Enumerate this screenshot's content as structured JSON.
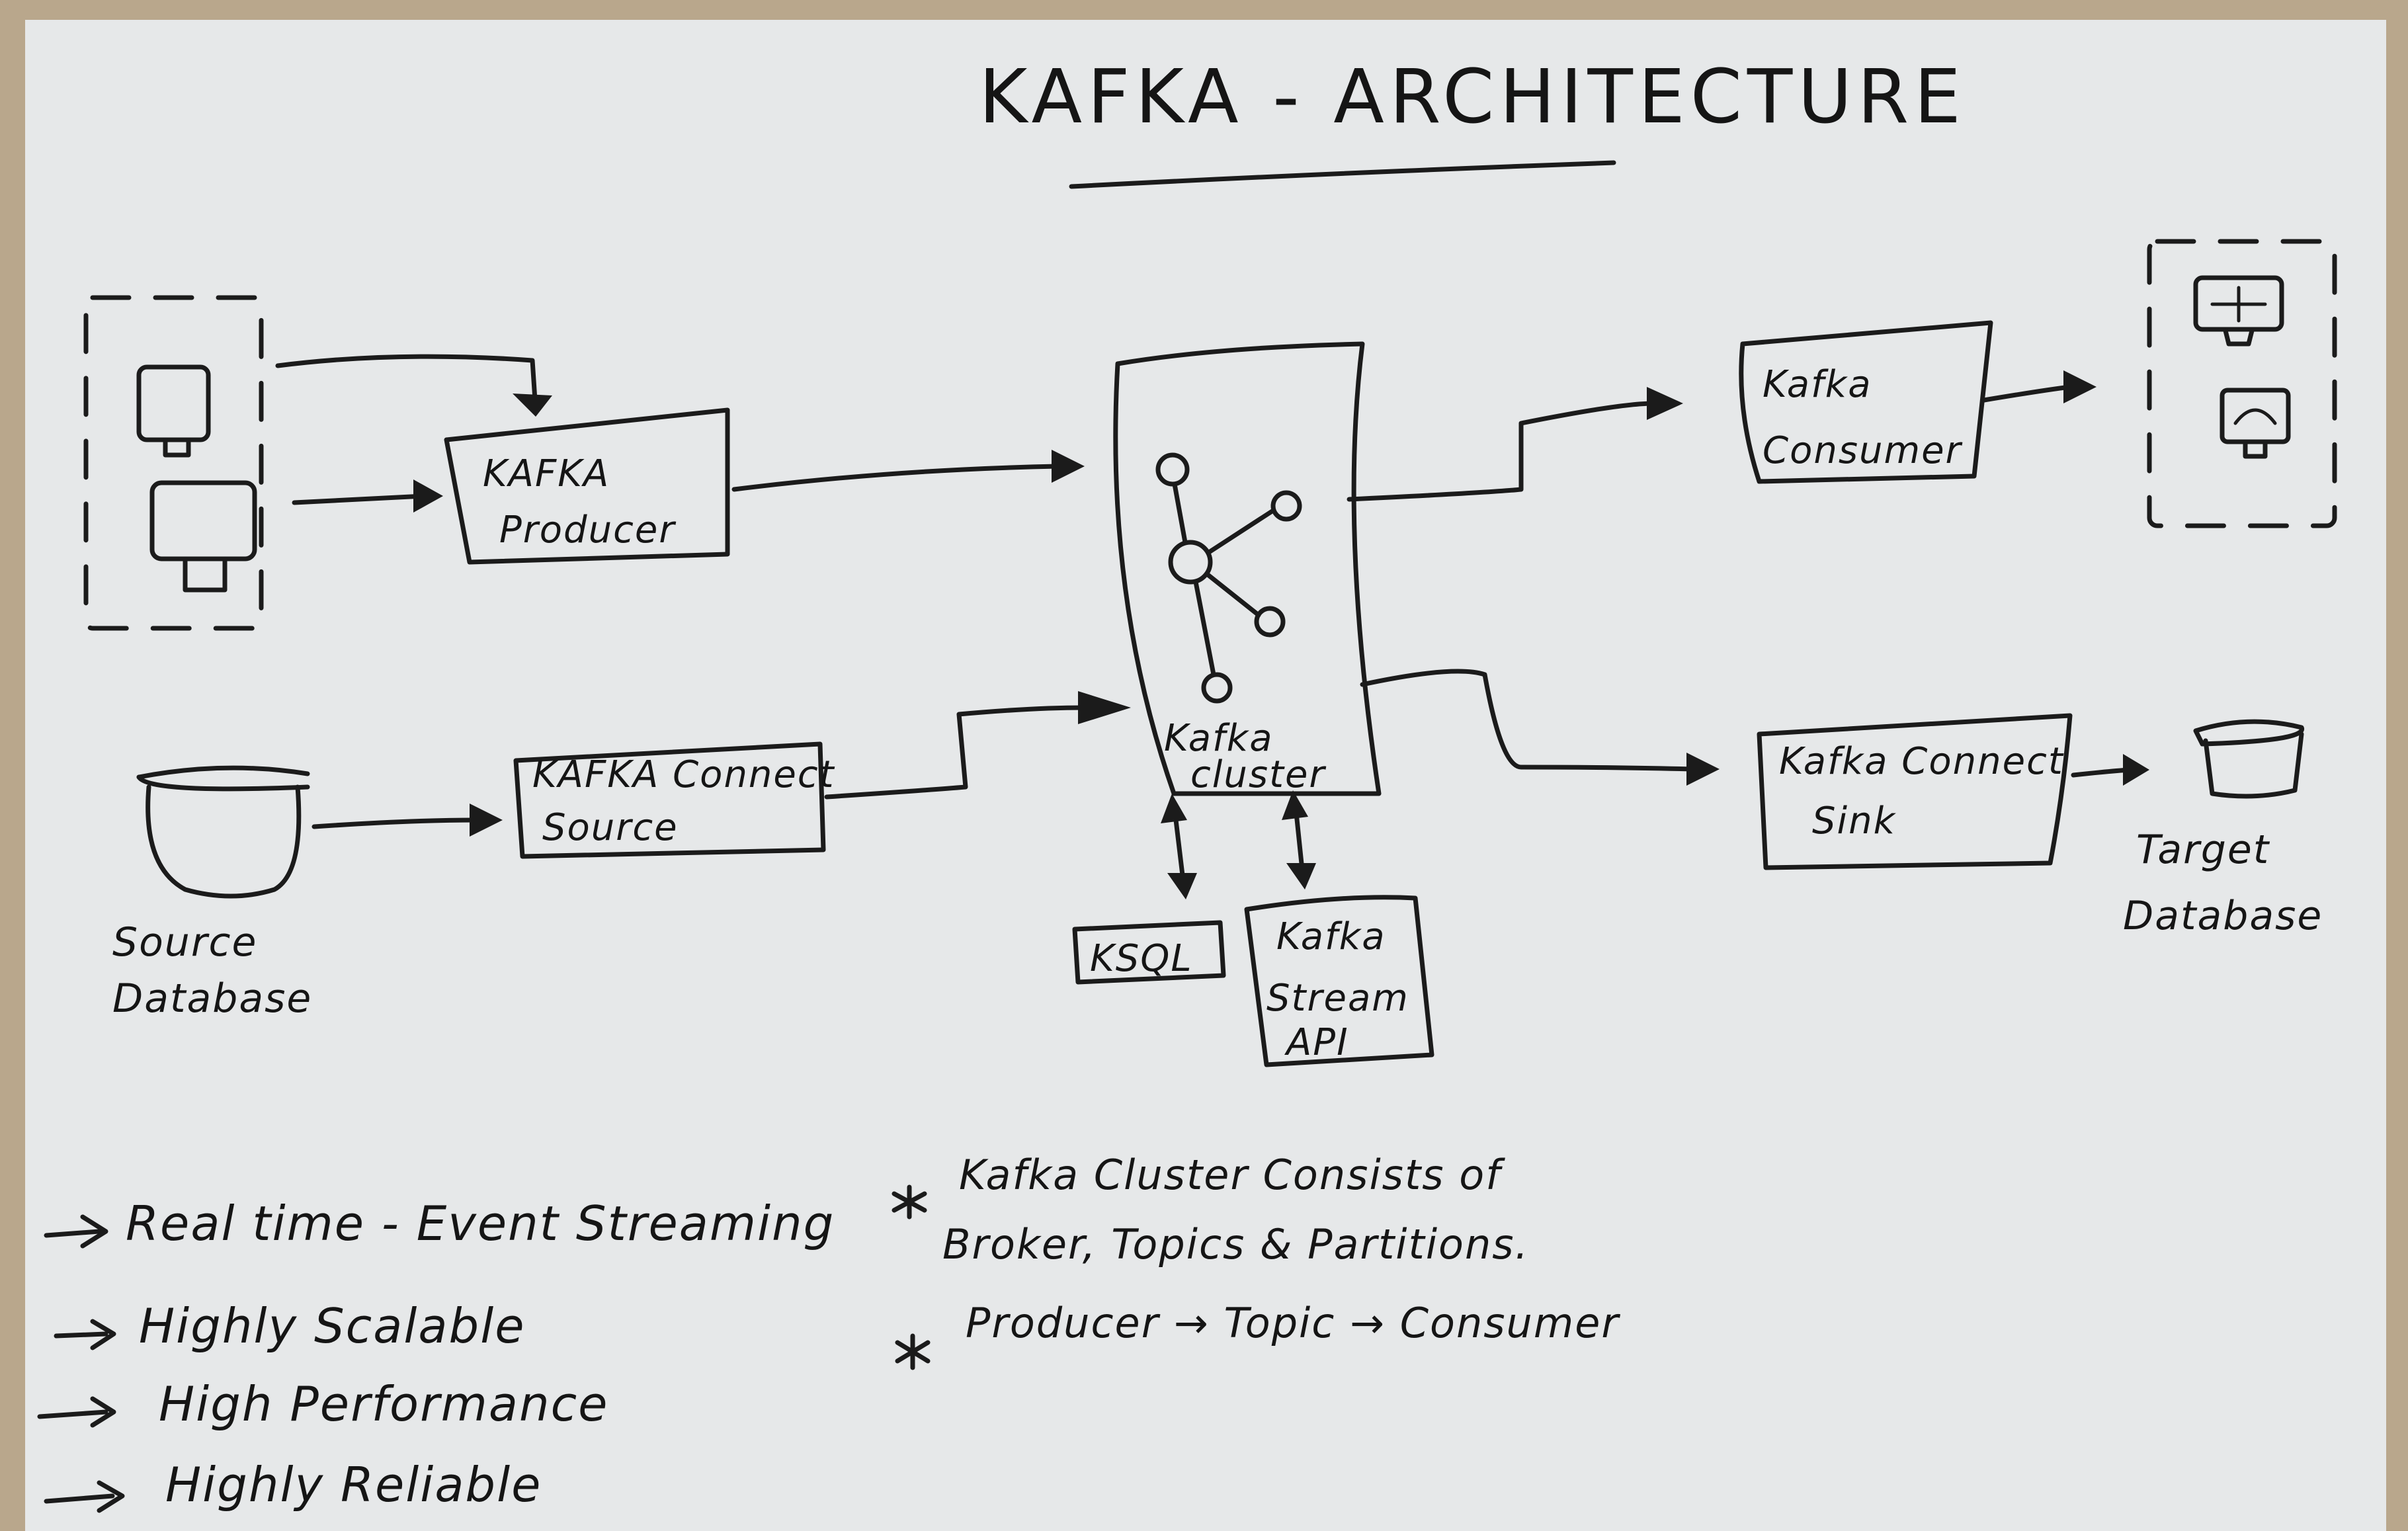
{
  "title": "KAFKA - ARCHITECTURE",
  "nodes": {
    "producer": {
      "line1": "KAFKA",
      "line2": "Producer"
    },
    "cluster": {
      "line1": "Kafka",
      "line2": "cluster"
    },
    "consumer": {
      "line1": "Kafka",
      "line2": "Consumer"
    },
    "connect_source": {
      "line1": "KAFKA Connect",
      "line2": "Source"
    },
    "connect_sink": {
      "line1": "Kafka Connect",
      "line2": "Sink"
    },
    "source_db": {
      "line1": "Source",
      "line2": "Database"
    },
    "target_db": {
      "line1": "Target",
      "line2": "Database"
    },
    "ksql": {
      "label": "KSQL"
    },
    "stream_api": {
      "line1": "Kafka",
      "line2": "Stream",
      "line3": "API"
    }
  },
  "features": [
    "Real time - Event Streaming",
    "Highly Scalable",
    "High Performance",
    "Highly Reliable"
  ],
  "notes": [
    {
      "line1": "Kafka Cluster Consists of",
      "line2": "Broker, Topics & Partitions."
    },
    {
      "line1": "Producer → Topic → Consumer"
    }
  ],
  "colors": {
    "ink": "#1b1b1b",
    "board": "#e6e8e9",
    "frame": "#b9a78c"
  },
  "icons": [
    "monitor-icon",
    "database-icon",
    "dashboard-icon"
  ]
}
